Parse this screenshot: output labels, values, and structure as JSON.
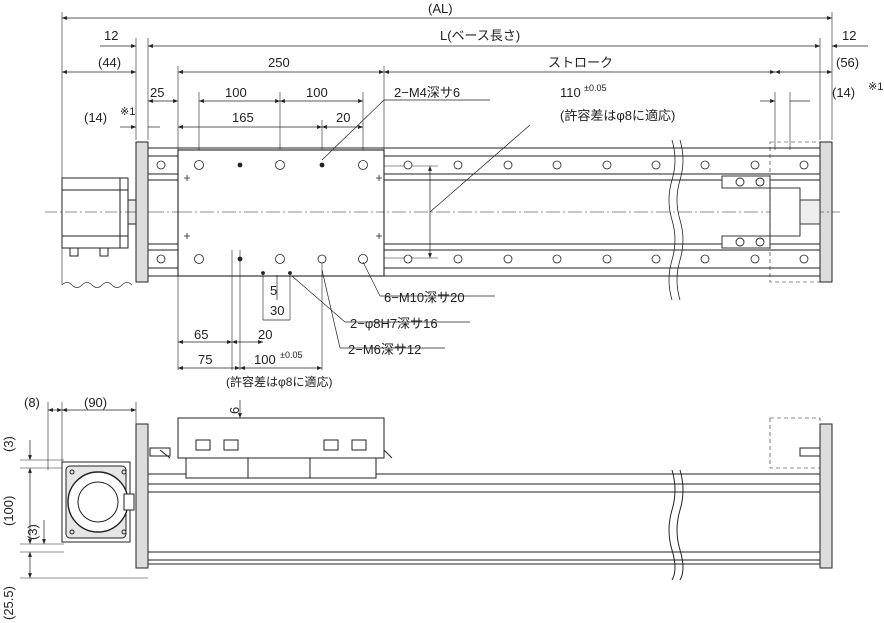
{
  "top_view": {
    "overall_length": "(AL)",
    "base_length": "L(ベース長さ)",
    "end_left": "12",
    "end_right": "12",
    "motor_side": "(44)",
    "far_side": "(56)",
    "table_length": "250",
    "stroke": "ストローク",
    "dim_25": "25",
    "dim_100a": "100",
    "dim_100b": "100",
    "dim_165": "165",
    "dim_20a": "20",
    "dim_14_left": "(14)",
    "dim_14_right": "(14)",
    "note_mark": "※1",
    "tap_m4": "2−M4深サ6",
    "pitch_110": "110",
    "tol_110": "±0.05",
    "tol_note_a": "(許容差はφ8に適応)",
    "tap_m10": "6−M10深サ20",
    "pin_hole": "2−φ8H7深サ16",
    "tap_m6": "2−M6深サ12",
    "dim_5": "5",
    "dim_30": "30",
    "dim_65": "65",
    "dim_20b": "20",
    "dim_75": "75",
    "pitch_100": "100",
    "tol_100": "±0.05",
    "tol_note_b": "(許容差はφ8に適応)"
  },
  "side_view": {
    "dim_8": "(8)",
    "dim_90": "(90)",
    "dim_6": "6",
    "dim_3a": "(3)",
    "dim_100": "(100)",
    "dim_3b": "(3)",
    "dim_25_5": "(25.5)"
  }
}
